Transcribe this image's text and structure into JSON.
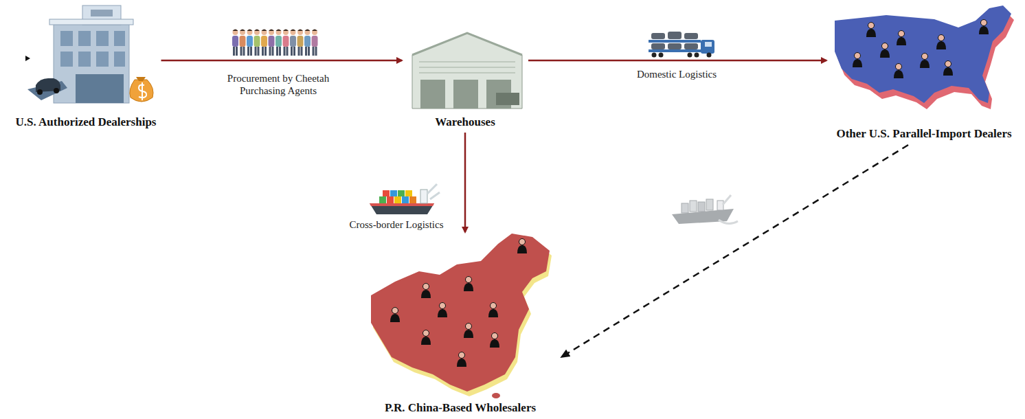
{
  "diagram": {
    "nodes": [
      {
        "text": [
          "U.S. Authorized Dealerships"
        ]
      },
      {
        "text": [
          "Warehouses"
        ]
      },
      {
        "text": [
          "Other U.S. Parallel-Import Dealers"
        ]
      },
      {
        "text": [
          "P.R. China-Based Wholesalers"
        ]
      }
    ],
    "edges": [
      {
        "from": 0,
        "to": 1,
        "arrow": "to",
        "label": "Procurement by Cheetah Purchasing Agents"
      },
      {
        "from": 1,
        "to": 2,
        "arrow": "to",
        "label": "Domestic Logistics"
      },
      {
        "from": 1,
        "to": 3,
        "arrow": "to",
        "label": "Cross-border Logistics"
      },
      {
        "from": 2,
        "to": 3,
        "arrow": "to"
      }
    ]
  }
}
